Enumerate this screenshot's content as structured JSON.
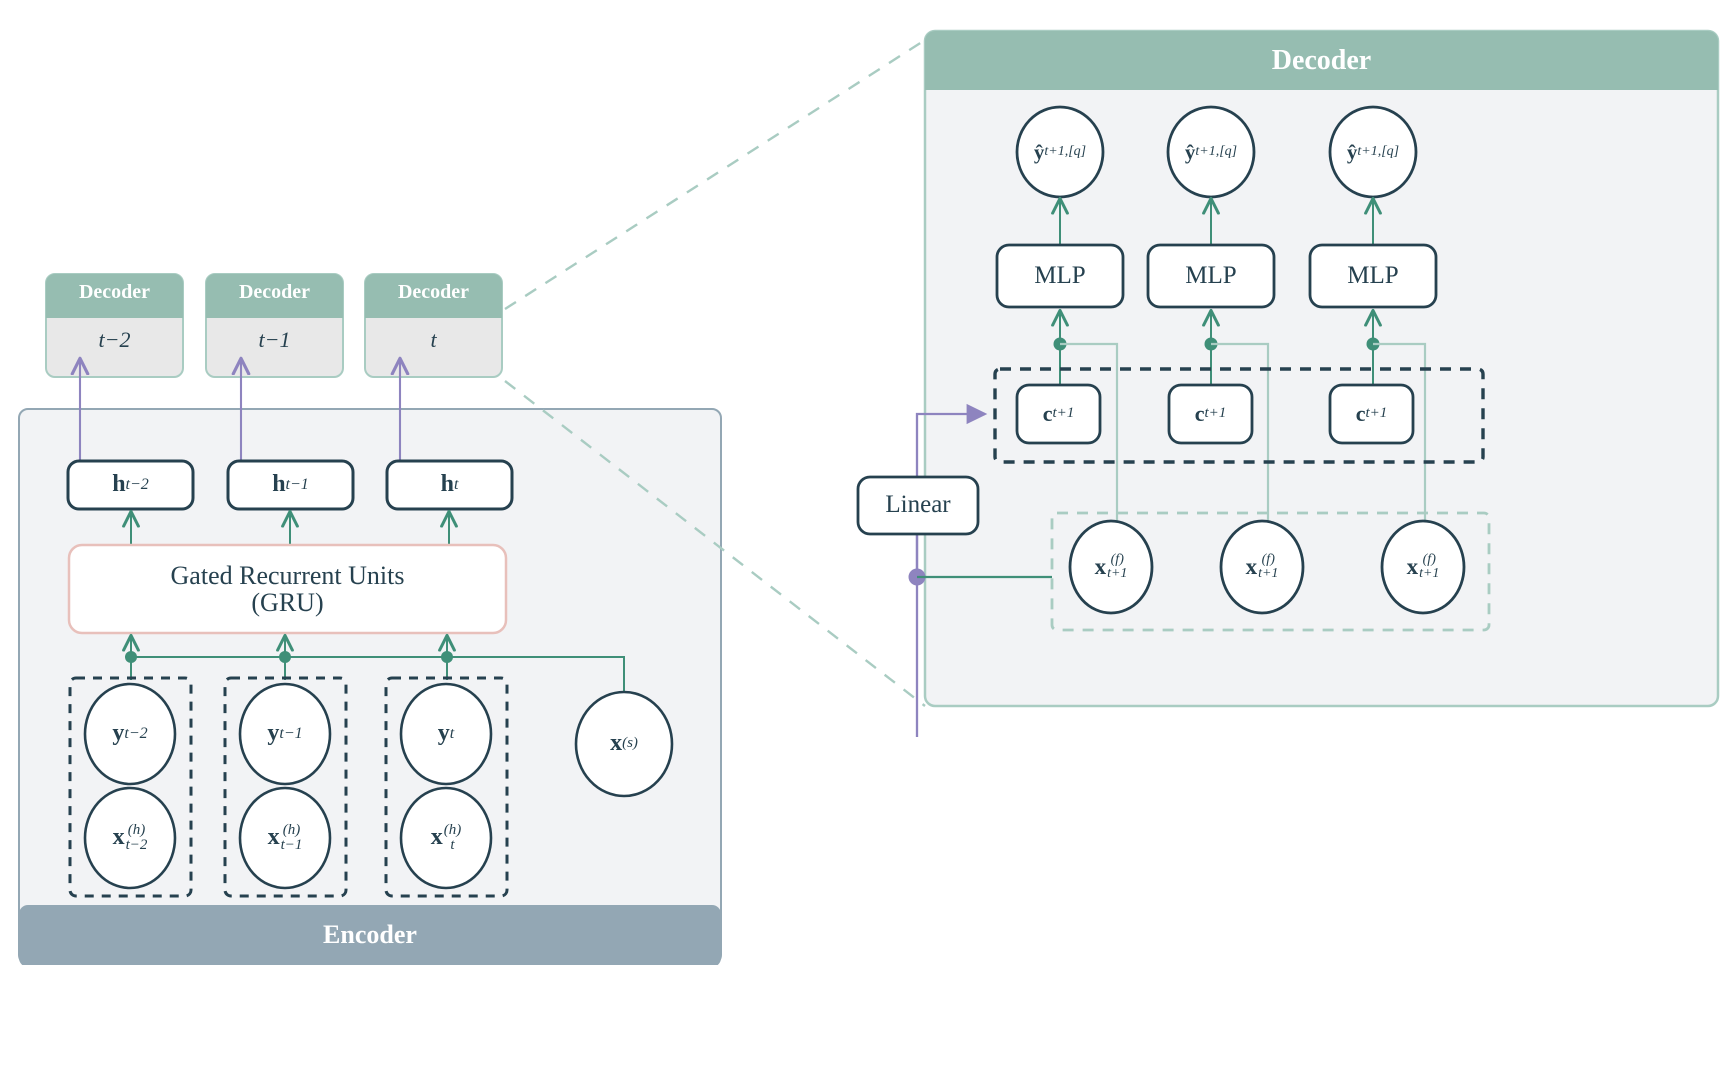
{
  "figure": {
    "type": "diagram",
    "title": "Encoder-Decoder recurrent forecasting architecture",
    "colors": {
      "ink": "#26414f",
      "panel_fill": "#f2f3f5",
      "encoder_header": "#93a7b4",
      "decoder_header": "#96bdb1",
      "decoder_body": "#e8e8e8",
      "gru_border": "#e8c0bb",
      "green_arrow": "#3f8f78",
      "green_light": "#a9ccc2",
      "purple_arrow": "#8e84bf",
      "dashed_group": "#26414f",
      "dashed_soft": "#a9ccc2"
    }
  },
  "encoder": {
    "panel_label": "Encoder",
    "gru": {
      "line1": "Gated Recurrent Units",
      "line2": "(GRU)"
    },
    "hidden_states": [
      {
        "name": "h-t-minus-2",
        "base": "h",
        "sub": "t−2"
      },
      {
        "name": "h-t-minus-1",
        "base": "h",
        "sub": "t−1"
      },
      {
        "name": "h-t",
        "base": "h",
        "sub": "t"
      }
    ],
    "input_groups": [
      {
        "target": {
          "base": "y",
          "sub": "t−2"
        },
        "covariate": {
          "base": "x",
          "sup": "(h)",
          "sub": "t−2"
        }
      },
      {
        "target": {
          "base": "y",
          "sub": "t−1"
        },
        "covariate": {
          "base": "x",
          "sup": "(h)",
          "sub": "t−1"
        }
      },
      {
        "target": {
          "base": "y",
          "sub": "t"
        },
        "covariate": {
          "base": "x",
          "sup": "(h)",
          "sub": "t"
        }
      }
    ],
    "static_input": {
      "base": "x",
      "sup": "(s)",
      "sub": ""
    }
  },
  "decoder_steps": [
    {
      "title": "Decoder",
      "step": "t−2"
    },
    {
      "title": "Decoder",
      "step": "t−1"
    },
    {
      "title": "Decoder",
      "step": "t"
    }
  ],
  "decoder_detail": {
    "panel_label": "Decoder",
    "linear_label": "Linear",
    "mlp_label": "MLP",
    "columns": [
      {
        "output": {
          "base": "y",
          "hat": true,
          "sub": "t+1,[q]"
        },
        "mlp": "MLP",
        "context": {
          "base": "c",
          "sub": "t+1"
        },
        "future_cov": {
          "base": "x",
          "sup": "(f)",
          "sub": "t+1"
        }
      },
      {
        "output": {
          "base": "y",
          "hat": true,
          "sub": "t+1,[q]"
        },
        "mlp": "MLP",
        "context": {
          "base": "c",
          "sub": "t+1"
        },
        "future_cov": {
          "base": "x",
          "sup": "(f)",
          "sub": "t+1"
        }
      },
      {
        "output": {
          "base": "y",
          "hat": true,
          "sub": "t+1,[q]"
        },
        "mlp": "MLP",
        "context": {
          "base": "c",
          "sub": "t+1"
        },
        "future_cov": {
          "base": "x",
          "sup": "(f)",
          "sub": "t+1"
        }
      }
    ]
  }
}
